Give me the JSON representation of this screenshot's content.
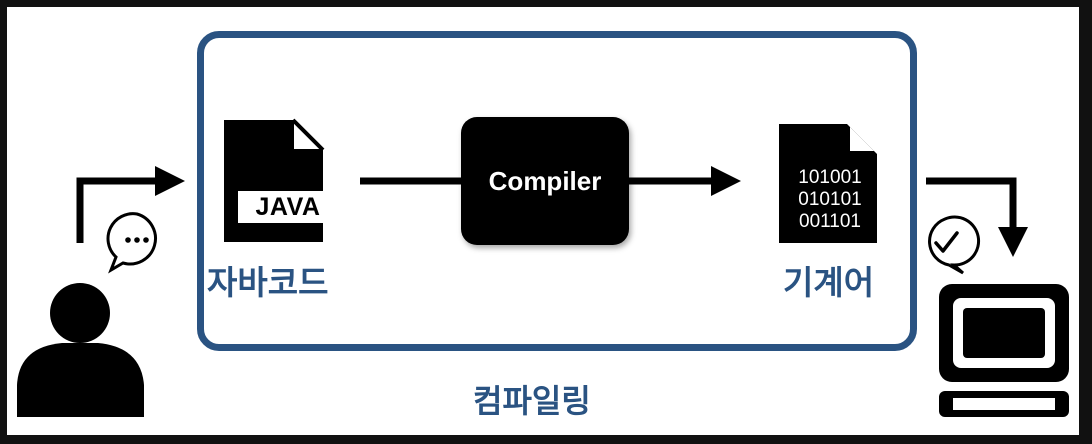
{
  "java_icon": {
    "text": "JAVA"
  },
  "source_label": "자바코드",
  "compiler": {
    "label": "Compiler"
  },
  "binary_icon": {
    "lines": [
      "101001",
      "010101",
      "001101"
    ]
  },
  "machine_label": "기계어",
  "process_label": "컴파일링",
  "colors": {
    "frame": "#2a5382",
    "label": "#2a5382",
    "ink": "#000000"
  },
  "icons": [
    "person-icon",
    "speech-bubble-ellipsis-icon",
    "java-file-icon",
    "binary-file-icon",
    "speech-bubble-check-icon",
    "computer-icon"
  ]
}
